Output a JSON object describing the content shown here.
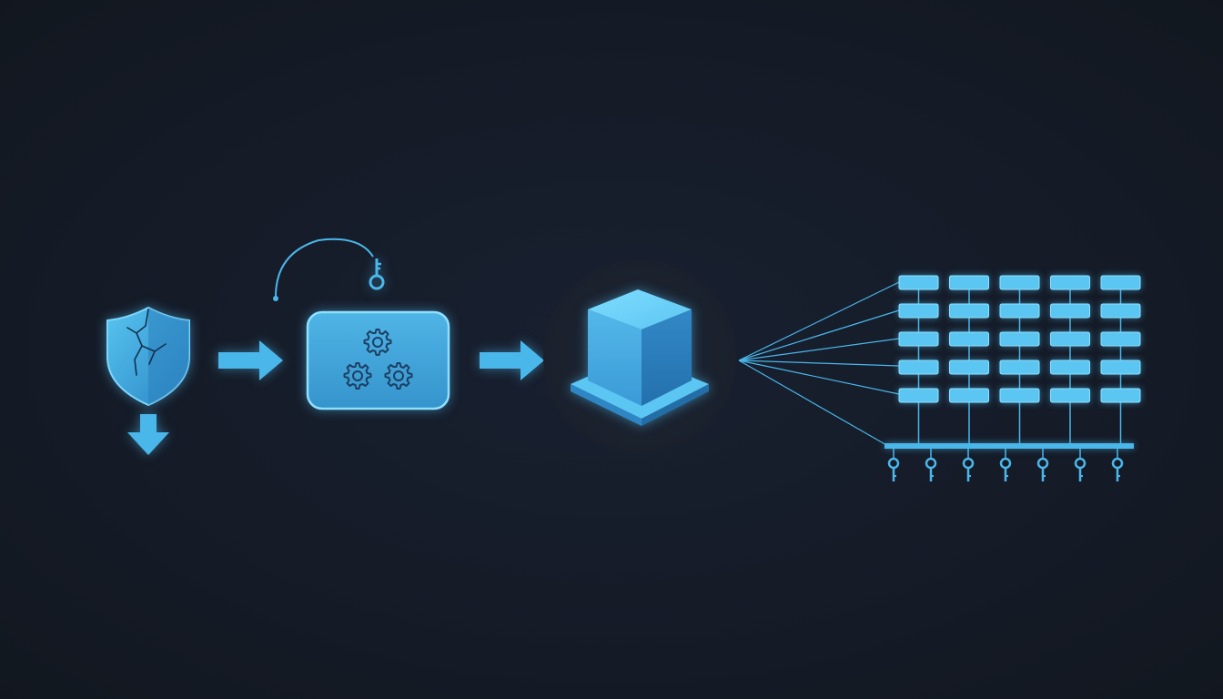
{
  "diagram": {
    "background": "#151b27",
    "accent": "#4ab7eb",
    "accent_light": "#6fd0f6",
    "accent_dark": "#1f6fa8",
    "flow": [
      {
        "step": "cracked-shield-icon"
      },
      {
        "step": "arrow-right-icon"
      },
      {
        "step": "gears-processor-icon"
      },
      {
        "step": "arrow-right-icon"
      },
      {
        "step": "cube-icon"
      },
      {
        "step": "fan-out-lines"
      },
      {
        "step": "block-grid"
      }
    ],
    "grid": {
      "columns": 5,
      "rows": 5,
      "keys": 7
    }
  }
}
